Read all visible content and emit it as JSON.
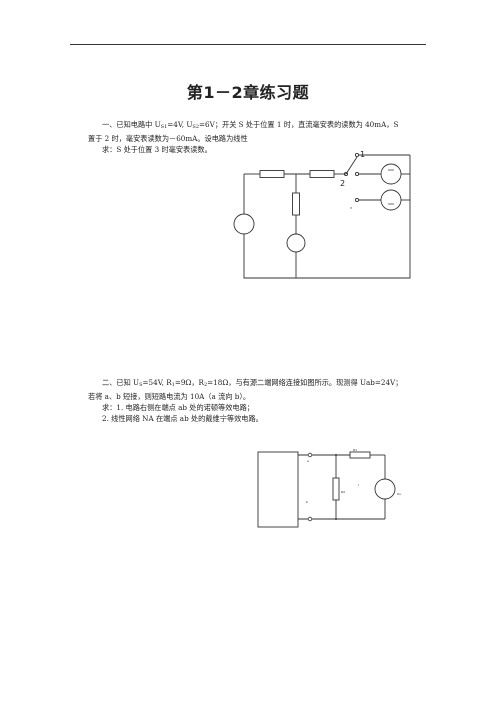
{
  "page": {
    "title": "第1－2章练习题"
  },
  "problem1": {
    "line1_a": "一、已知电路中 U",
    "s1_sub": "S1",
    "line1_b": "=4V, U",
    "s2_sub": "S2",
    "line1_c": "=6V；开关 S 处于位置 1 时，直流毫安表的读数为 40mA，S",
    "line2": "置于 2 时，毫安表读数为－60mA。设电路为线性",
    "line3": "求：S 处于位置 3 时毫安表读数。",
    "label_pos1": "1",
    "label_pos2": "2",
    "label_pos3": "3"
  },
  "problem2": {
    "line1_a": "二、已知 U",
    "s_sub": "S",
    "line1_b": "=54V, R",
    "r1_sub": "1",
    "line1_c": "=9Ω，R",
    "r2_sub": "2",
    "line1_d": "=18Ω，与有源二端网络连接如图所示。现测得 Uab=24V；",
    "line2": "若将 a、b 短接，则短路电流为 10A（a 流向 b）。",
    "line3": "求：1. 电路右侧在端点 ab 处的诺顿等效电路；",
    "line4": "2. 线性网络 NA 在端点 ab 处的戴维宁等效电路。",
    "label_a": "a",
    "label_b": "b",
    "label_r1": "R1",
    "label_r2": "R2",
    "label_us": "Us"
  }
}
